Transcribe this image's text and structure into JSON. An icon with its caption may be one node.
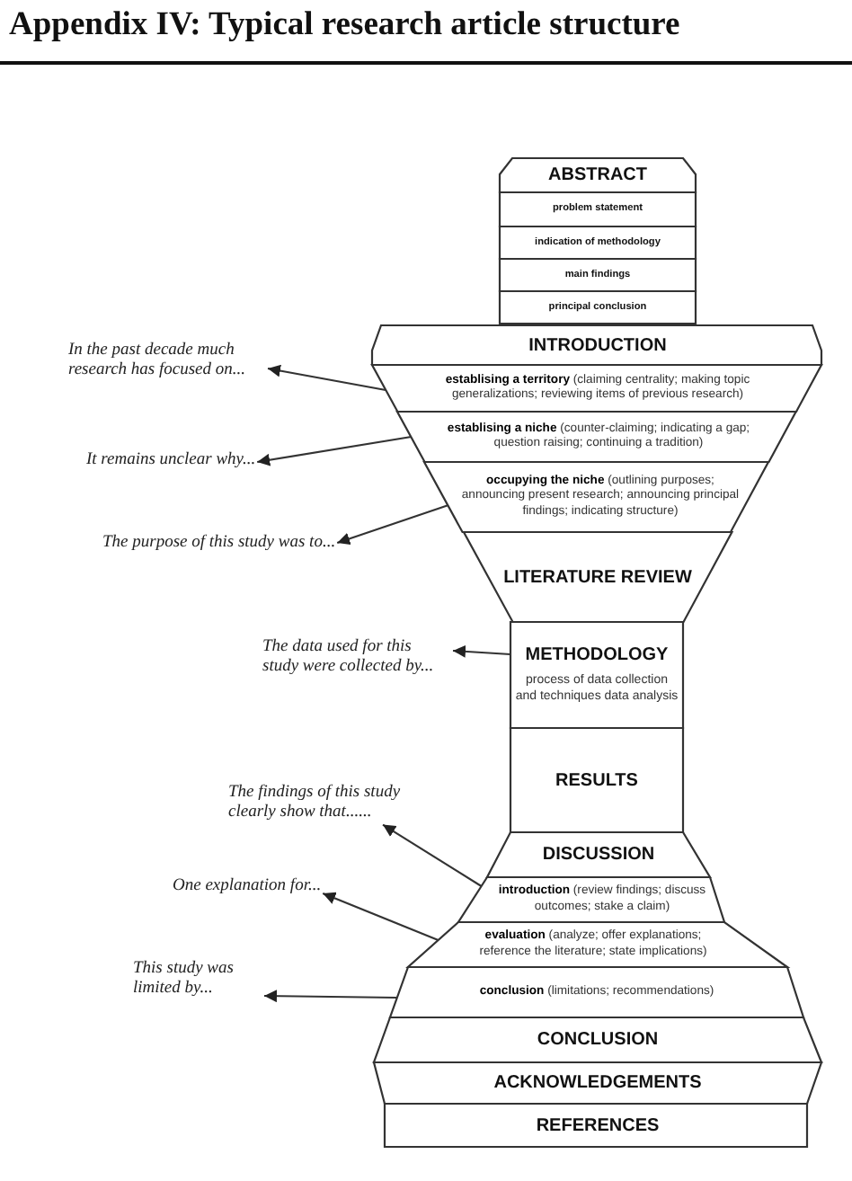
{
  "diagram": {
    "title": "Appendix IV: Typical research article structure",
    "nodes": [
      {
        "text": [
          "ABSTRACT"
        ]
      },
      {
        "text": [
          "problem statement"
        ]
      },
      {
        "text": [
          "indication of methodology"
        ]
      },
      {
        "text": [
          "main findings"
        ]
      },
      {
        "text": [
          "principal conclusion"
        ]
      },
      {
        "text": [
          "INTRODUCTION"
        ]
      },
      {
        "text": [
          "**establising a territory** (claiming centrality; making topic generalizations; reviewing items of previous research)"
        ]
      },
      {
        "text": [
          "**establising a niche** (counter-claiming; indicating a gap; question raising; continuing a tradition)"
        ]
      },
      {
        "text": [
          "**occupying the niche** (outlining purposes; announcing present research; announcing principal findings; indicating structure)"
        ]
      },
      {
        "text": [
          "LITERATURE REVIEW"
        ]
      },
      {
        "text": [
          "METHODOLOGY",
          "process of data collection and techniques data analysis"
        ]
      },
      {
        "text": [
          "RESULTS"
        ]
      },
      {
        "text": [
          "DISCUSSION"
        ]
      },
      {
        "text": [
          "**introduction** (review findings; discuss outcomes; stake a claim)"
        ]
      },
      {
        "text": [
          "**evaluation** (analyze; offer explanations; reference the literature; state implications)"
        ]
      },
      {
        "text": [
          "**conclusion** (limitations; recommendations)"
        ]
      },
      {
        "text": [
          "CONCLUSION"
        ]
      },
      {
        "text": [
          "ACKNOWLEDGEMENTS"
        ]
      },
      {
        "text": [
          "REFERENCES"
        ]
      },
      {
        "text": [
          "In the past decade much research has focused on..."
        ]
      },
      {
        "text": [
          "It remains unclear why..."
        ]
      },
      {
        "text": [
          "The purpose of this study was to..."
        ]
      },
      {
        "text": [
          "The data used for this study were collected by..."
        ]
      },
      {
        "text": [
          "The findings of this study clearly show that......"
        ]
      },
      {
        "text": [
          "One explanation for..."
        ]
      },
      {
        "text": [
          "This study was limited by..."
        ]
      }
    ],
    "edges": [
      {
        "from": 6,
        "to": 19,
        "arrow": "to"
      },
      {
        "from": 7,
        "to": 20,
        "arrow": "to"
      },
      {
        "from": 8,
        "to": 21,
        "arrow": "to"
      },
      {
        "from": 10,
        "to": 22,
        "arrow": "to"
      },
      {
        "from": 13,
        "to": 23,
        "arrow": "to"
      },
      {
        "from": 14,
        "to": 24,
        "arrow": "to"
      },
      {
        "from": 15,
        "to": 25,
        "arrow": "to"
      }
    ]
  }
}
